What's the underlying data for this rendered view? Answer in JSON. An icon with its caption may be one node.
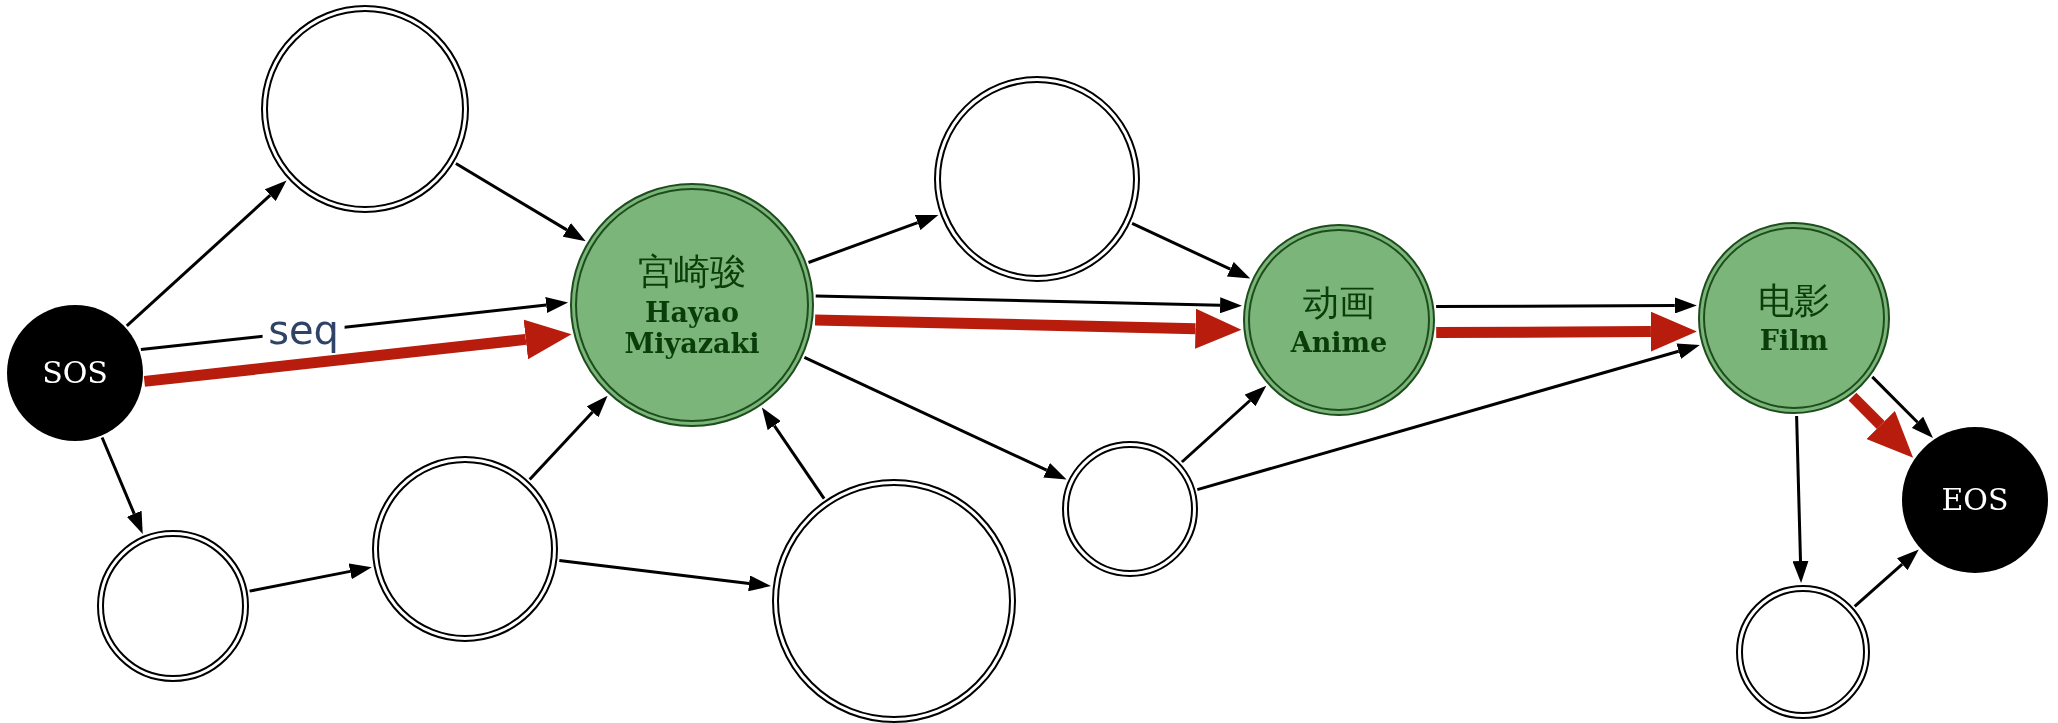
{
  "diagram": {
    "nodes": [
      {
        "text": [
          "SOS"
        ]
      },
      {
        "text": [],
        "shape": "circle"
      },
      {
        "text": [
          "宫崎骏",
          "Hayao Miyazaki"
        ]
      },
      {
        "text": [],
        "shape": "circle"
      },
      {
        "text": [],
        "shape": "circle"
      },
      {
        "text": [],
        "shape": "circle"
      },
      {
        "text": [],
        "shape": "circle"
      },
      {
        "text": [
          "动画",
          "Anime"
        ]
      },
      {
        "text": [],
        "shape": "circle"
      },
      {
        "text": [
          "电影",
          "Film"
        ]
      },
      {
        "text": [
          "EOS"
        ]
      },
      {
        "text": [],
        "shape": "circle"
      }
    ],
    "edges": [
      {
        "from": 0,
        "to": 1,
        "arrow": "to"
      },
      {
        "from": 0,
        "to": 2,
        "arrow": "to",
        "label": "seq"
      },
      {
        "from": 0,
        "to": 2,
        "arrow": "to",
        "style": "thick",
        "color": "#b81c0c"
      },
      {
        "from": 0,
        "to": 3,
        "arrow": "to"
      },
      {
        "from": 1,
        "to": 2,
        "arrow": "to"
      },
      {
        "from": 3,
        "to": 4,
        "arrow": "to"
      },
      {
        "from": 4,
        "to": 2,
        "arrow": "to"
      },
      {
        "from": 4,
        "to": 5,
        "arrow": "to"
      },
      {
        "from": 5,
        "to": 2,
        "arrow": "to"
      },
      {
        "from": 2,
        "to": 6,
        "arrow": "to"
      },
      {
        "from": 2,
        "to": 7,
        "arrow": "to"
      },
      {
        "from": 2,
        "to": 7,
        "arrow": "to",
        "style": "thick",
        "color": "#b81c0c"
      },
      {
        "from": 2,
        "to": 8,
        "arrow": "to"
      },
      {
        "from": 6,
        "to": 7,
        "arrow": "to"
      },
      {
        "from": 8,
        "to": 7,
        "arrow": "to"
      },
      {
        "from": 8,
        "to": 9,
        "arrow": "to"
      },
      {
        "from": 7,
        "to": 9,
        "arrow": "to"
      },
      {
        "from": 7,
        "to": 9,
        "arrow": "to",
        "style": "thick",
        "color": "#b81c0c"
      },
      {
        "from": 9,
        "to": 10,
        "arrow": "to"
      },
      {
        "from": 9,
        "to": 10,
        "arrow": "to",
        "style": "thick",
        "color": "#b81c0c"
      },
      {
        "from": 9,
        "to": 11,
        "arrow": "to"
      },
      {
        "from": 11,
        "to": 10,
        "arrow": "to"
      }
    ]
  }
}
